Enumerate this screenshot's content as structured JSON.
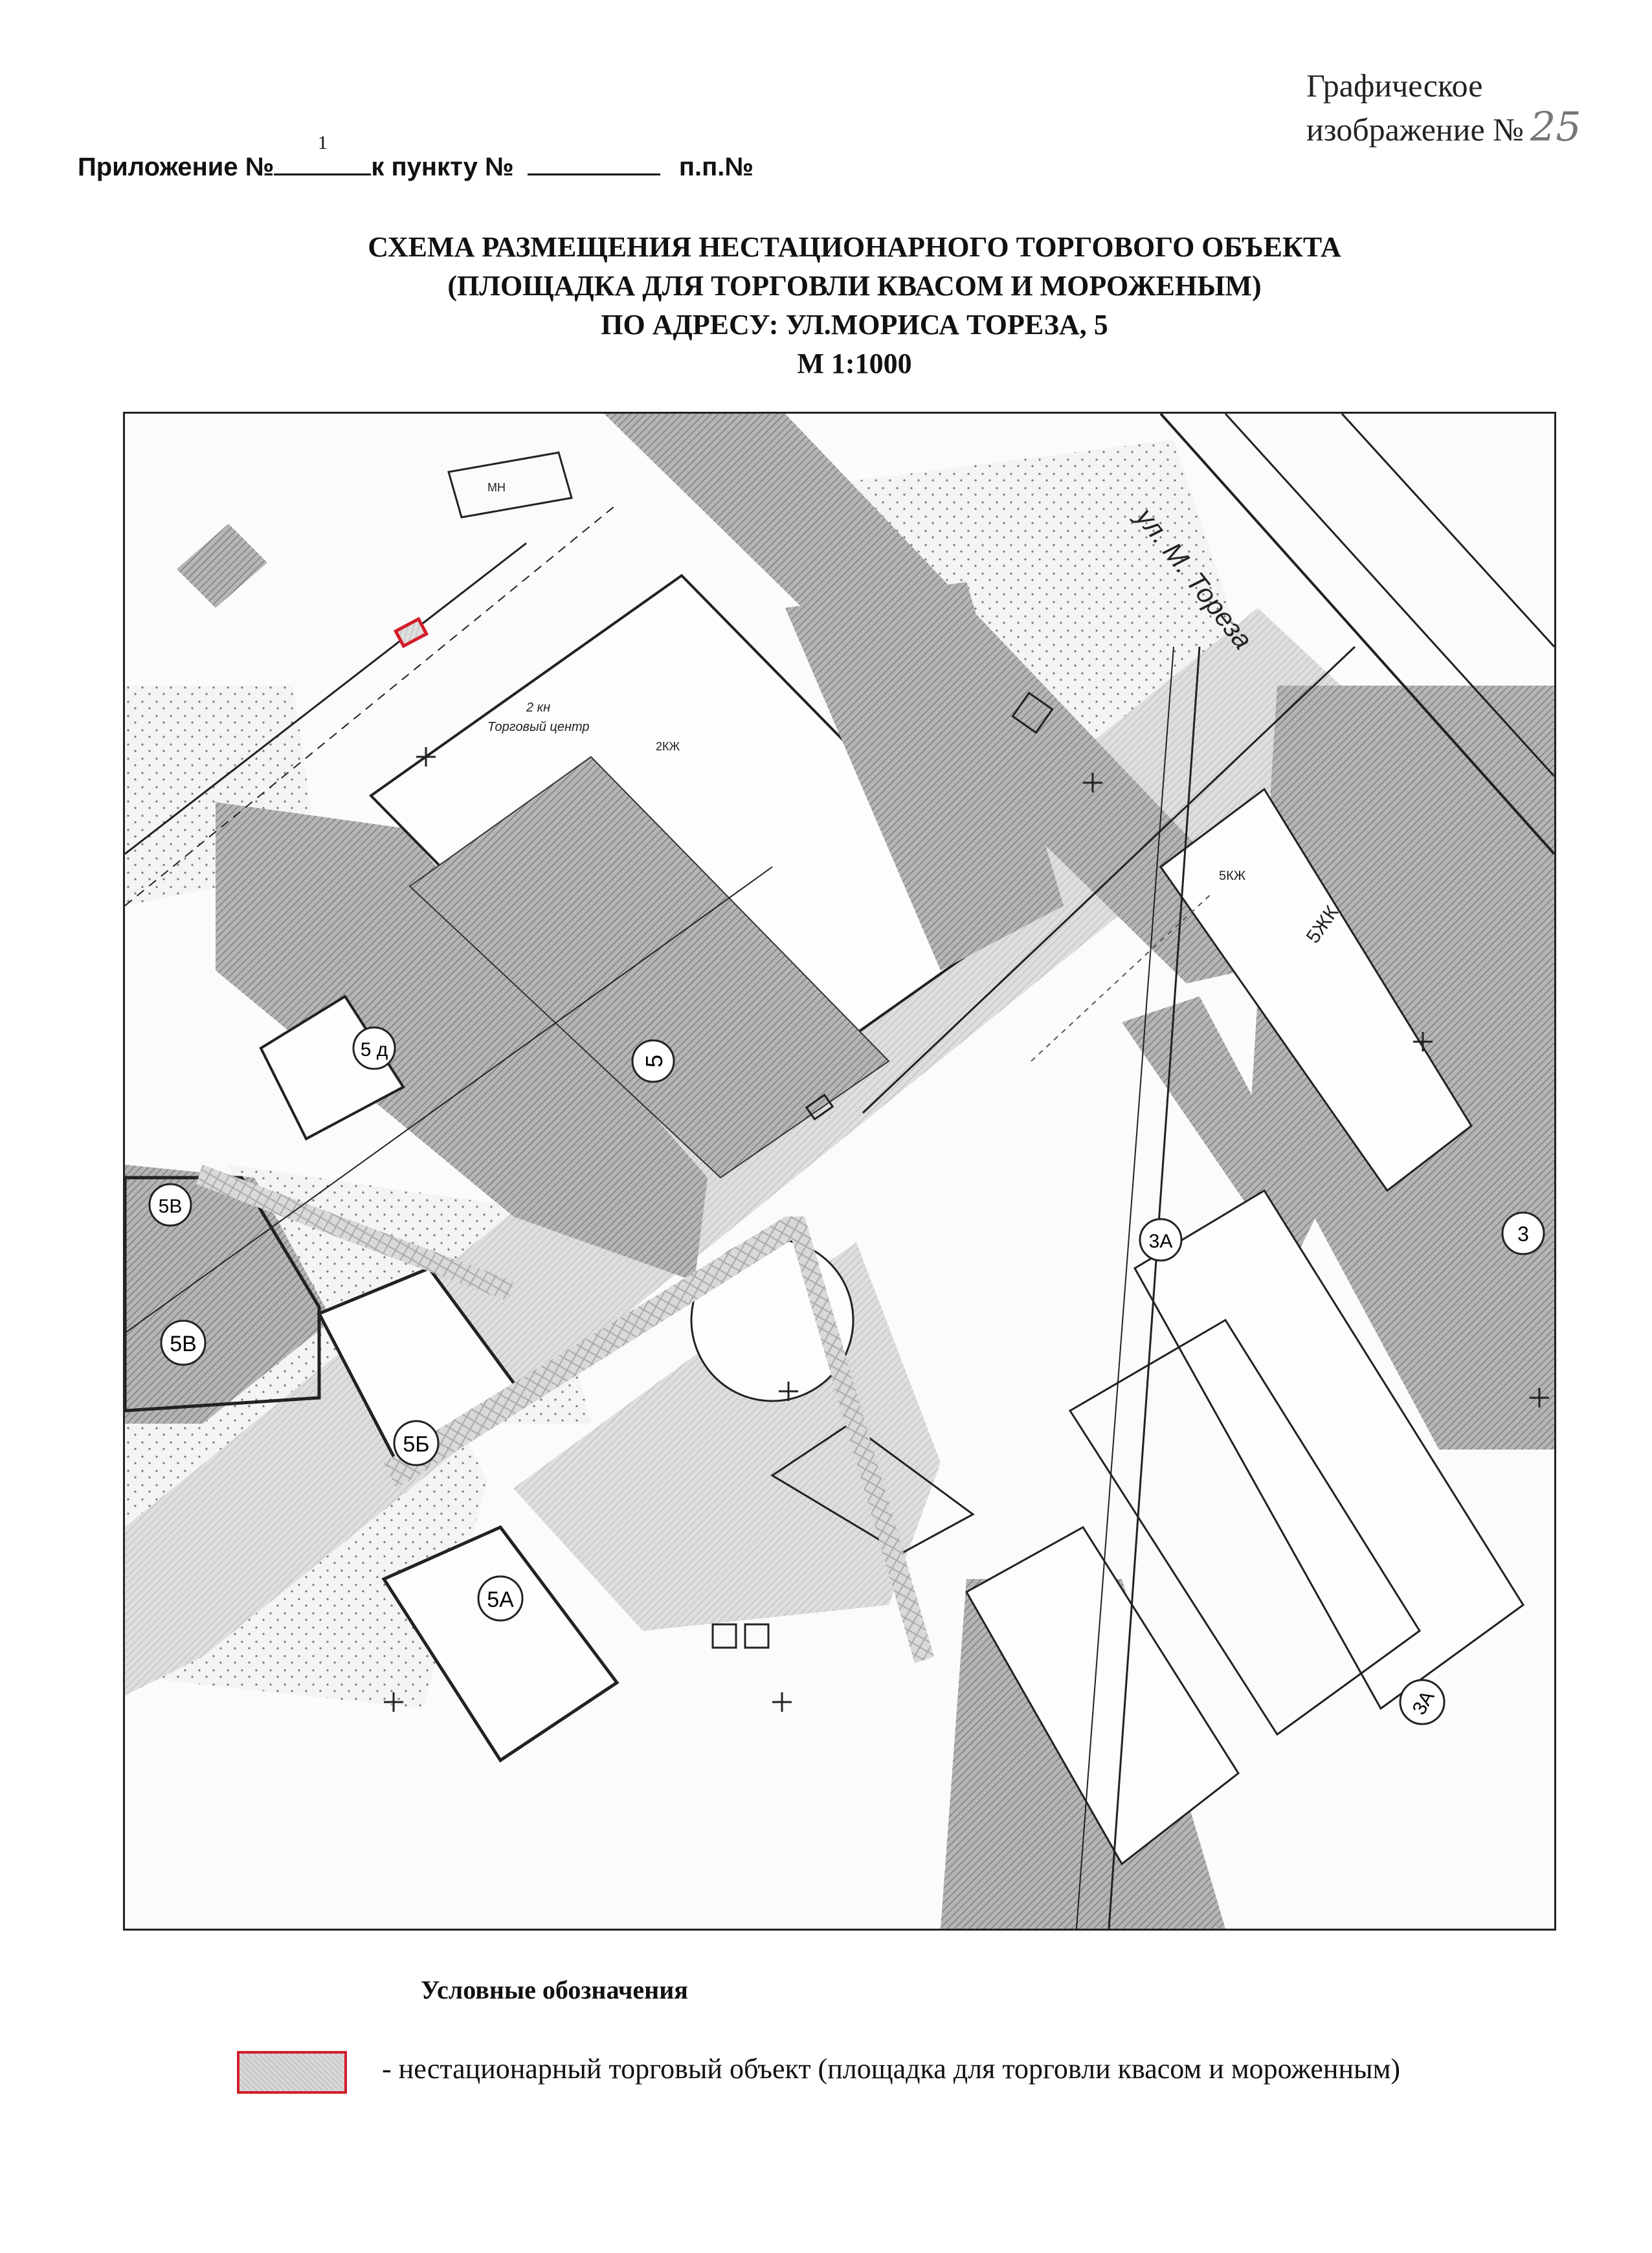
{
  "header": {
    "graphic_label_line1": "Графическое",
    "graphic_label_line2": "изображение №",
    "graphic_number": "25"
  },
  "appendix": {
    "prefix": "Приложение №",
    "number": "1",
    "to_item": "к пункту №",
    "pp": "п.п.№"
  },
  "title": {
    "line1": "СХЕМА РАЗМЕЩЕНИЯ НЕСТАЦИОНАРНОГО ТОРГОВОГО ОБЪЕКТА",
    "line2": "(ПЛОЩАДКА ДЛЯ ТОРГОВЛИ КВАСОМ И МОРОЖЕНЫМ)",
    "line3": "ПО АДРЕСУ: УЛ.МОРИСА ТОРЕЗА, 5",
    "scale": "М 1:1000"
  },
  "map": {
    "street_label": "ул. М. Тореза",
    "building_labels": {
      "trade_center_floors": "2 кн",
      "trade_center": "Торговый центр",
      "trade_center_material": "2КЖ",
      "mn": "МН",
      "five_kzh": "5КЖ",
      "five_zh": "5ЖК"
    },
    "house_numbers": [
      "5",
      "5 д",
      "5В",
      "5В",
      "5Б",
      "5А",
      "3А",
      "3А",
      "3"
    ],
    "colors": {
      "hatch_dark": "#9a9a9a",
      "hatch_light": "#c8c8c8",
      "object_outline": "#d21e2a",
      "line": "#222222"
    }
  },
  "legend": {
    "title": "Условные обозначения",
    "item": "- нестационарный торговый объект (площадка для торговли квасом и мороженным)"
  }
}
